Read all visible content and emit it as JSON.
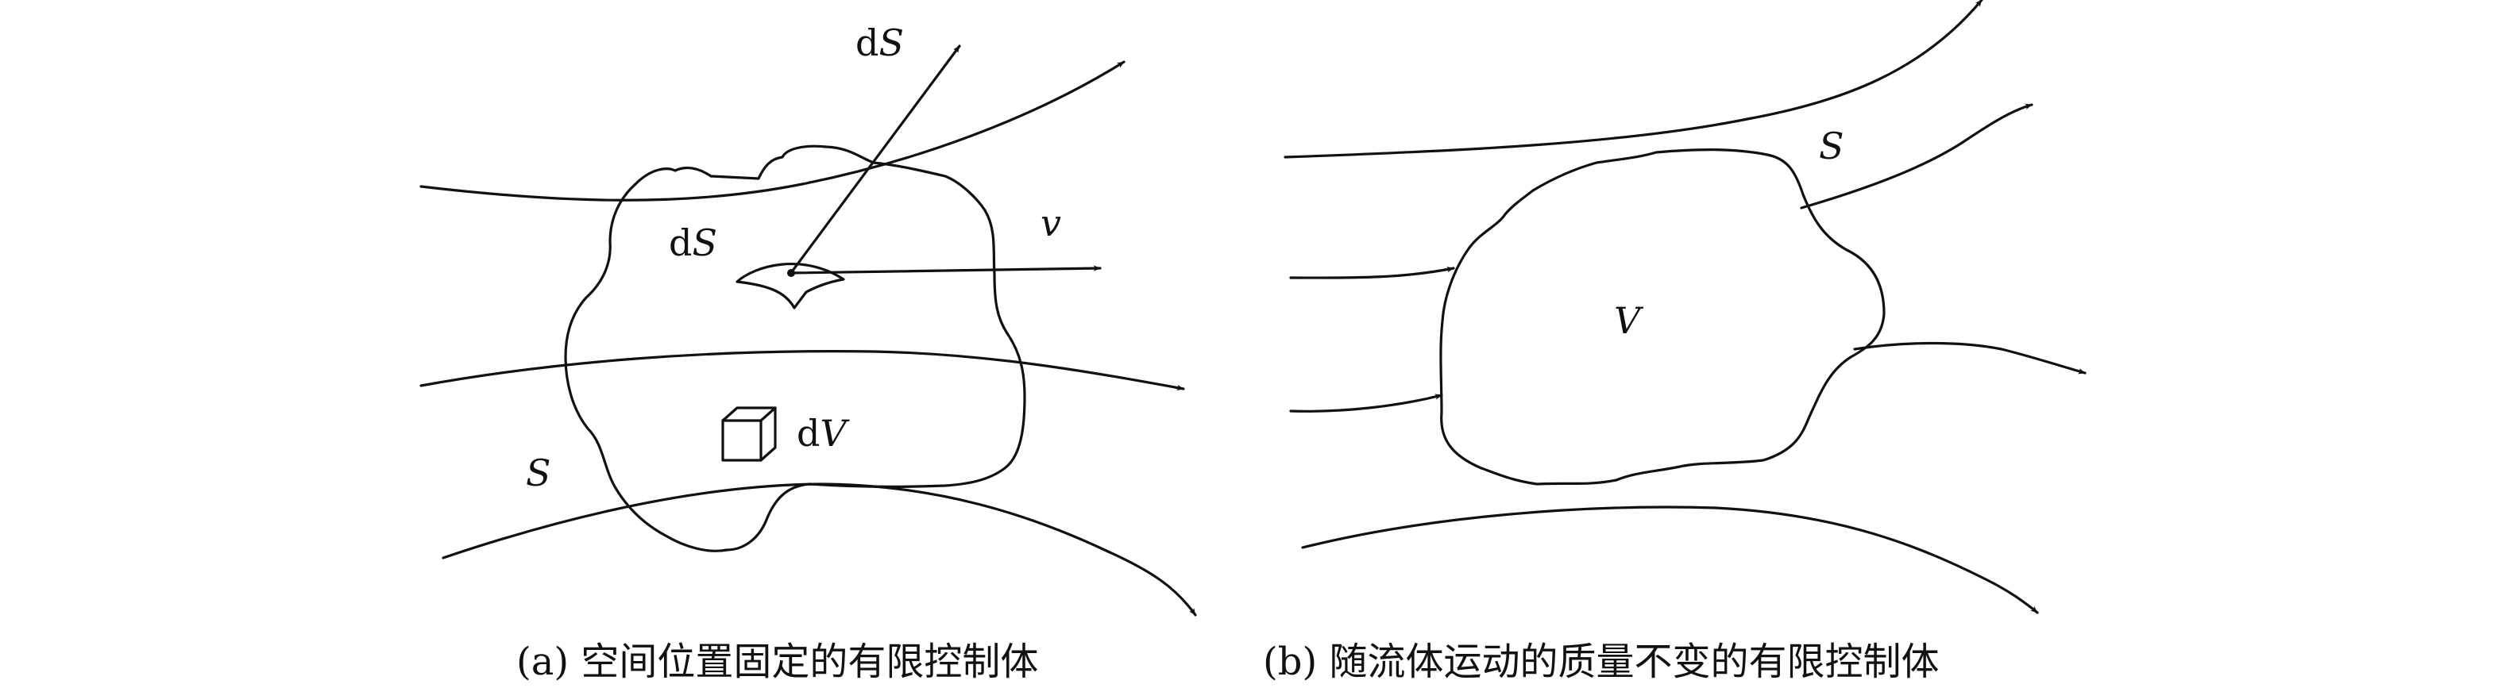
{
  "panel_a": {
    "caption": "(a) 空间位置固定的有限控制体",
    "label_dS_arrow_d": "d",
    "label_dS_arrow_S": "S",
    "label_dS_patch_d": "d",
    "label_dS_patch_S": "S",
    "label_v": "v",
    "label_dV_d": "d",
    "label_dV_V": "V",
    "label_S": "S"
  },
  "panel_b": {
    "caption": "(b) 随流体运动的质量不变的有限控制体",
    "label_S": "S",
    "label_V": "V"
  }
}
